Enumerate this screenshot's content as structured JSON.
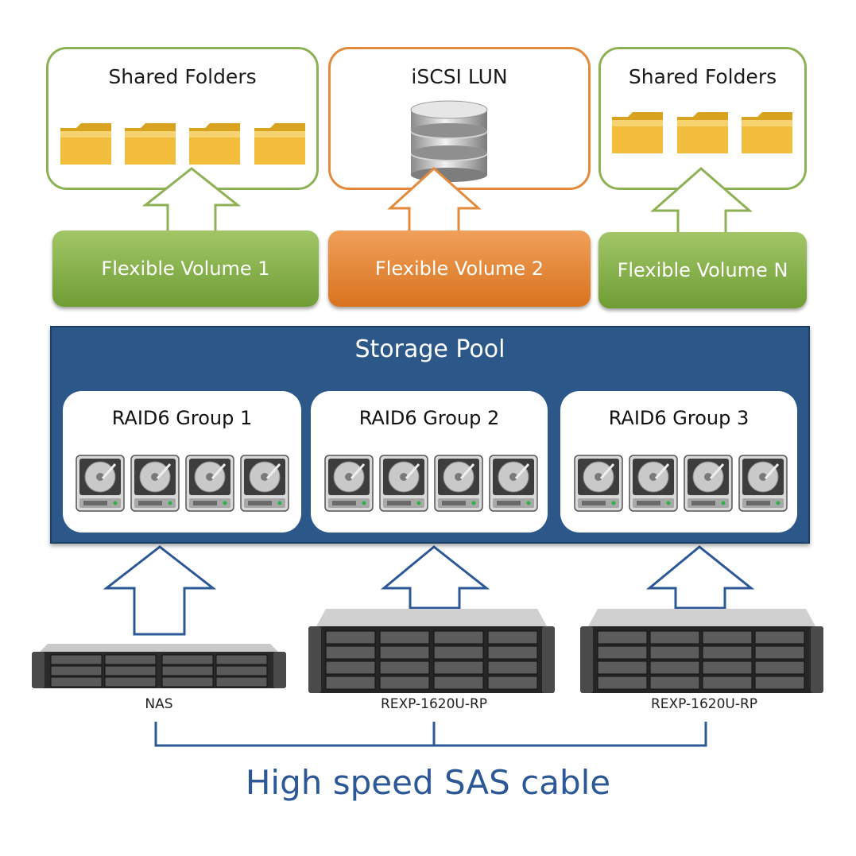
{
  "top_boxes": [
    {
      "title": "Shared Folders",
      "kind": "folders",
      "count": 4
    },
    {
      "title": "iSCSI LUN",
      "kind": "database"
    },
    {
      "title": "Shared Folders",
      "kind": "folders",
      "count": 3
    }
  ],
  "volumes": [
    {
      "label": "Flexible Volume 1"
    },
    {
      "label": "Flexible Volume 2"
    },
    {
      "label": "Flexible Volume N"
    }
  ],
  "storage_pool": {
    "title": "Storage Pool",
    "groups": [
      {
        "title": "RAID6 Group 1",
        "disks": 4
      },
      {
        "title": "RAID6 Group 2",
        "disks": 4
      },
      {
        "title": "RAID6 Group 3",
        "disks": 4
      }
    ]
  },
  "servers": [
    {
      "label": "NAS"
    },
    {
      "label": "REXP-1620U-RP"
    },
    {
      "label": "REXP-1620U-RP"
    }
  ],
  "cable": {
    "label": "High speed SAS cable"
  },
  "colors": {
    "green": "#8db255",
    "orange": "#e38a3c",
    "pool_blue": "#2b5888",
    "cable_blue": "#2d5897",
    "arrow_blue": "#2d5897"
  }
}
